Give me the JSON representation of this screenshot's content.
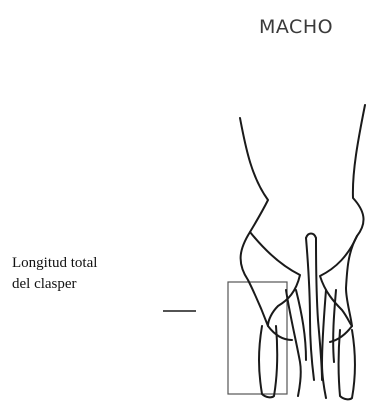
{
  "figure": {
    "title": "MACHO",
    "measurement_label": {
      "line1": "Longitud total",
      "line2": "del clasper"
    }
  },
  "colors": {
    "outline": "#1a1a1a",
    "box": "#555555",
    "text": "#111111"
  }
}
